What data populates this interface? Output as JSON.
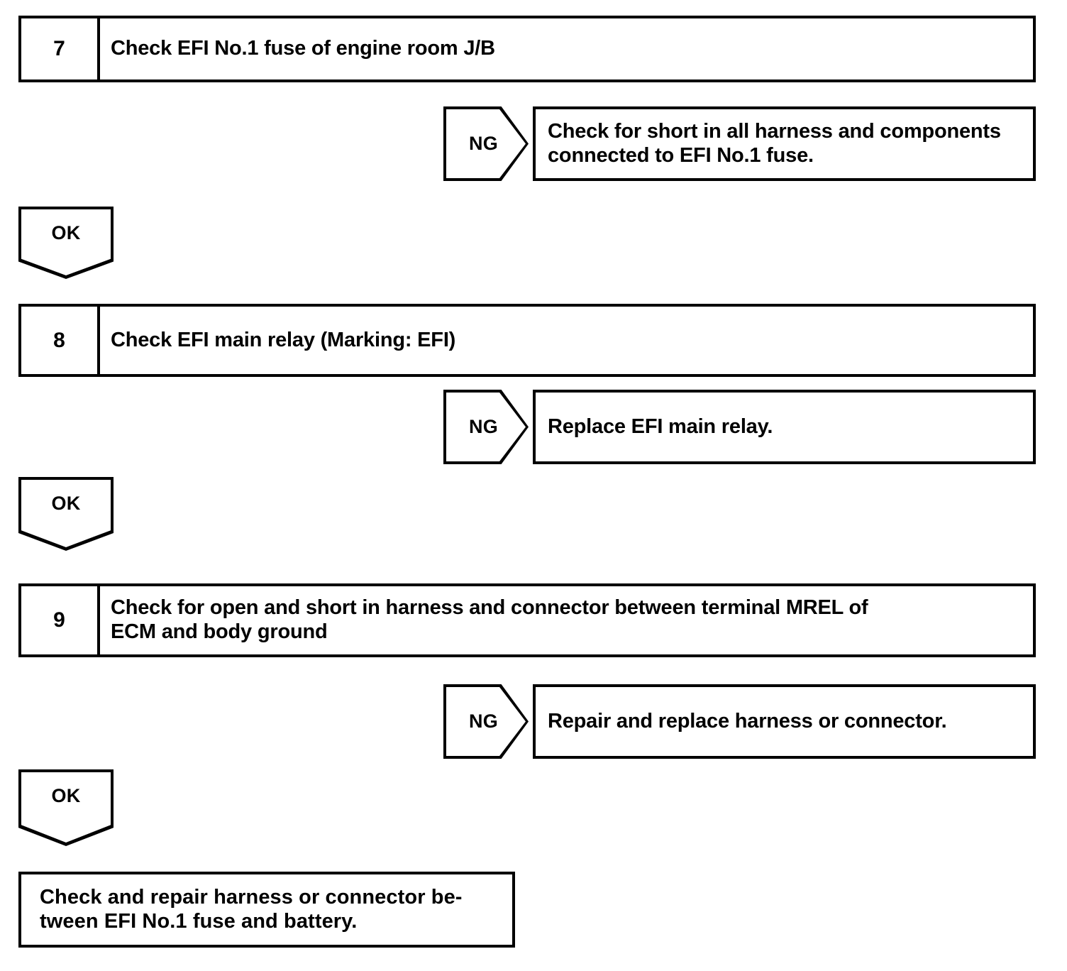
{
  "document": {
    "type": "troubleshooting-flowchart",
    "title": "EFI inspection flowchart steps 7-9"
  },
  "steps": [
    {
      "number": "7",
      "text": "Check EFI No.1 fuse of engine room J/B",
      "ng": {
        "label": "NG",
        "action_line1": "Check for short in all harness and components",
        "action_line2": "connected to EFI No.1 fuse."
      },
      "ok": {
        "label": "OK"
      }
    },
    {
      "number": "8",
      "text": "Check EFI main relay (Marking: EFI)",
      "ng": {
        "label": "NG",
        "action_line1": "Replace EFI main relay.",
        "action_line2": ""
      },
      "ok": {
        "label": "OK"
      }
    },
    {
      "number": "9",
      "text_line1": "Check for open and short in harness and connector between terminal MREL of",
      "text_line2": "ECM and body ground",
      "ng": {
        "label": "NG",
        "action_line1": "Repair and replace harness or connector.",
        "action_line2": ""
      },
      "ok": {
        "label": "OK"
      }
    }
  ],
  "final": {
    "line1": "Check and repair harness or connector be-",
    "line2": "tween EFI No.1 fuse and battery."
  },
  "colors": {
    "stroke": "#000000",
    "fill": "#ffffff",
    "text": "#000000"
  }
}
